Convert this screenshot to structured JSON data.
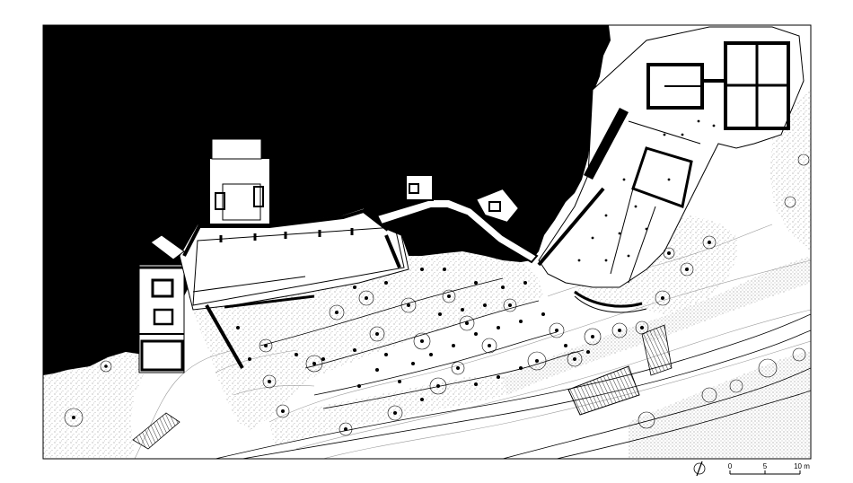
{
  "drawing": {
    "type": "architectural site plan",
    "colors": {
      "water": "#000000",
      "land": "#ffffff",
      "line": "#000000",
      "stipple": "#555555"
    }
  },
  "legend": {
    "north_arrow_icon": "north-arrow-icon",
    "scale_bar": {
      "ticks": [
        "0",
        "5",
        "10 m"
      ]
    }
  }
}
